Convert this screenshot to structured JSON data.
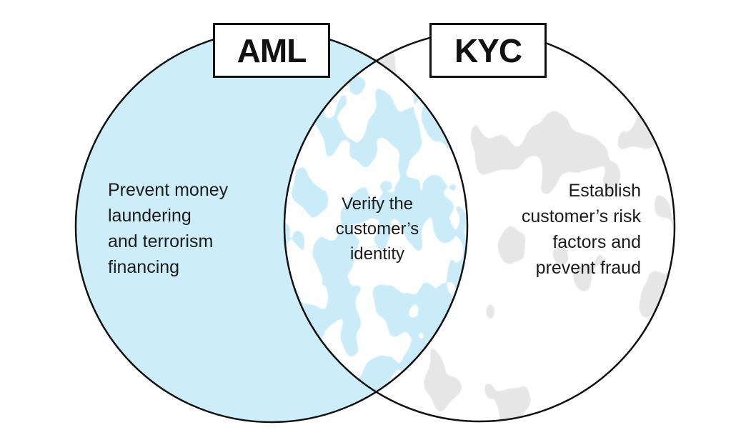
{
  "diagram": {
    "type": "venn",
    "left_set": {
      "label": "AML",
      "description": [
        "Prevent money",
        "laundering",
        "and terrorism",
        "financing"
      ]
    },
    "right_set": {
      "label": "KYC",
      "description": [
        "Establish",
        "customer’s risk",
        "factors and",
        "prevent fraud"
      ]
    },
    "overlap": {
      "description": [
        "Verify the",
        "customer’s",
        "identity"
      ]
    },
    "colors": {
      "left_circle_fill": "#cdeef9",
      "overlap_blob": "#c9ecf8",
      "right_blob": "#e6e6e6",
      "circle_outline": "#111111",
      "background": "#ffffff",
      "text": "#1b1b1b"
    }
  }
}
